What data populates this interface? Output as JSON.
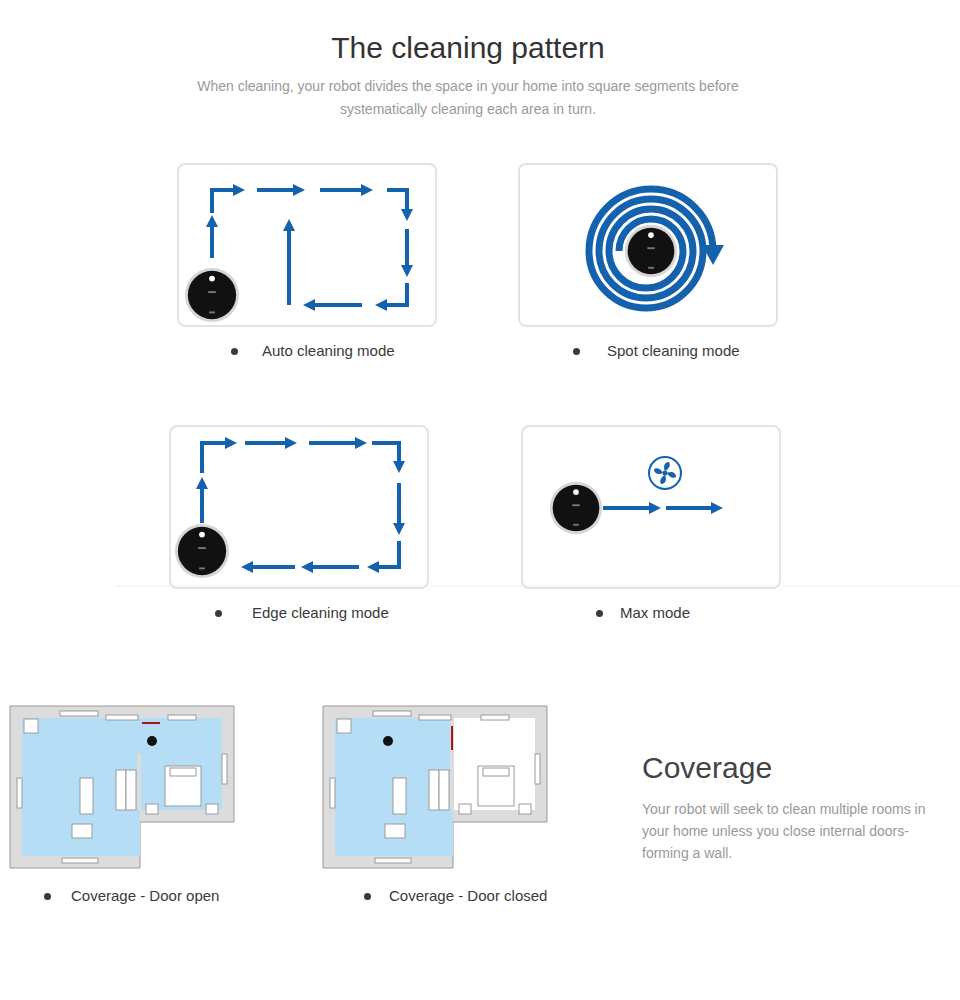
{
  "diagram": {
    "title": "The cleaning pattern",
    "nodes": [
      {
        "text": [
          "Auto cleaning mode"
        ]
      },
      {
        "text": [
          "Spot cleaning mode"
        ]
      },
      {
        "text": [
          "Edge cleaning mode"
        ]
      },
      {
        "text": [
          "Max mode"
        ]
      },
      {
        "text": [
          "Coverage - Door open"
        ]
      },
      {
        "text": [
          "Coverage - Door closed"
        ]
      }
    ],
    "labels": [
      "When cleaning, your robot divides the space in your home into square segments before systematically cleaning each area in turn.",
      "Coverage",
      "Your robot will seek to clean multiple rooms in your home unless you close internal doors-forming a wall."
    ]
  }
}
